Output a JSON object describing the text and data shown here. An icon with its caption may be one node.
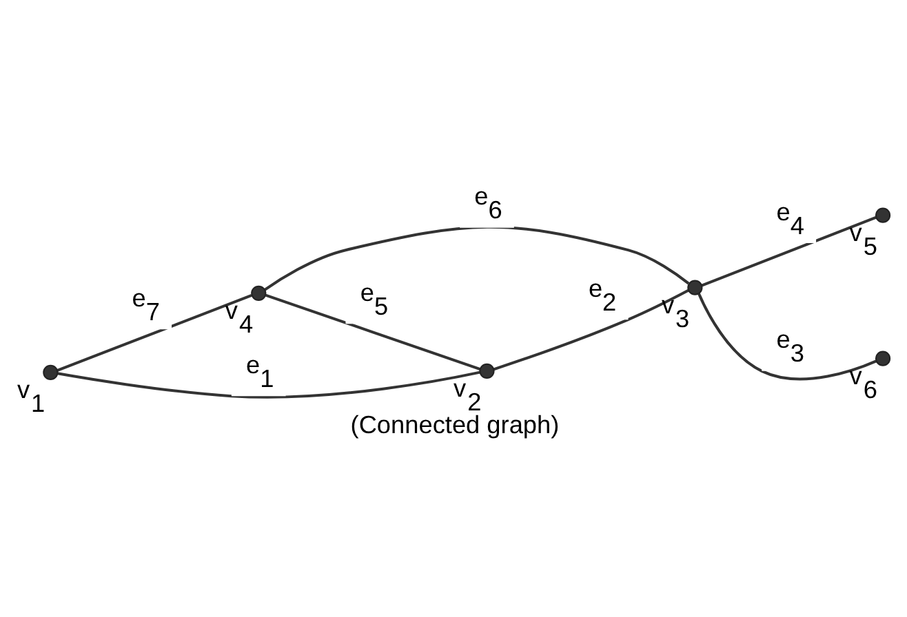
{
  "diagram": {
    "caption": "(Connected graph)",
    "nodes": [
      {
        "text": [],
        "shape": "circle",
        "beside": [
          "v$_{1}$"
        ]
      },
      {
        "text": [],
        "shape": "circle",
        "beside": [
          "v$_{4}$"
        ]
      },
      {
        "text": [],
        "shape": "circle",
        "beside": [
          "v$_{2}$"
        ]
      },
      {
        "text": [],
        "shape": "circle",
        "beside": [
          "v$_{3}$"
        ]
      },
      {
        "text": [],
        "shape": "circle",
        "beside": [
          "v$_{5}$"
        ]
      },
      {
        "text": [],
        "shape": "circle",
        "beside": [
          "v$_{6}$"
        ]
      }
    ],
    "edges": [
      {
        "from": 0,
        "to": 1,
        "arrow": "none",
        "label": "e$_{7}$"
      },
      {
        "from": 0,
        "to": 2,
        "arrow": "none",
        "label": "e$_{1}$"
      },
      {
        "from": 1,
        "to": 2,
        "arrow": "none",
        "label": "e$_{5}$"
      },
      {
        "from": 1,
        "to": 3,
        "arrow": "none",
        "label": "e$_{6}$"
      },
      {
        "from": 2,
        "to": 3,
        "arrow": "none",
        "label": "e$_{2}$"
      },
      {
        "from": 3,
        "to": 4,
        "arrow": "none",
        "label": "e$_{4}$"
      },
      {
        "from": 3,
        "to": 5,
        "arrow": "none",
        "label": "e$_{3}$"
      }
    ]
  }
}
